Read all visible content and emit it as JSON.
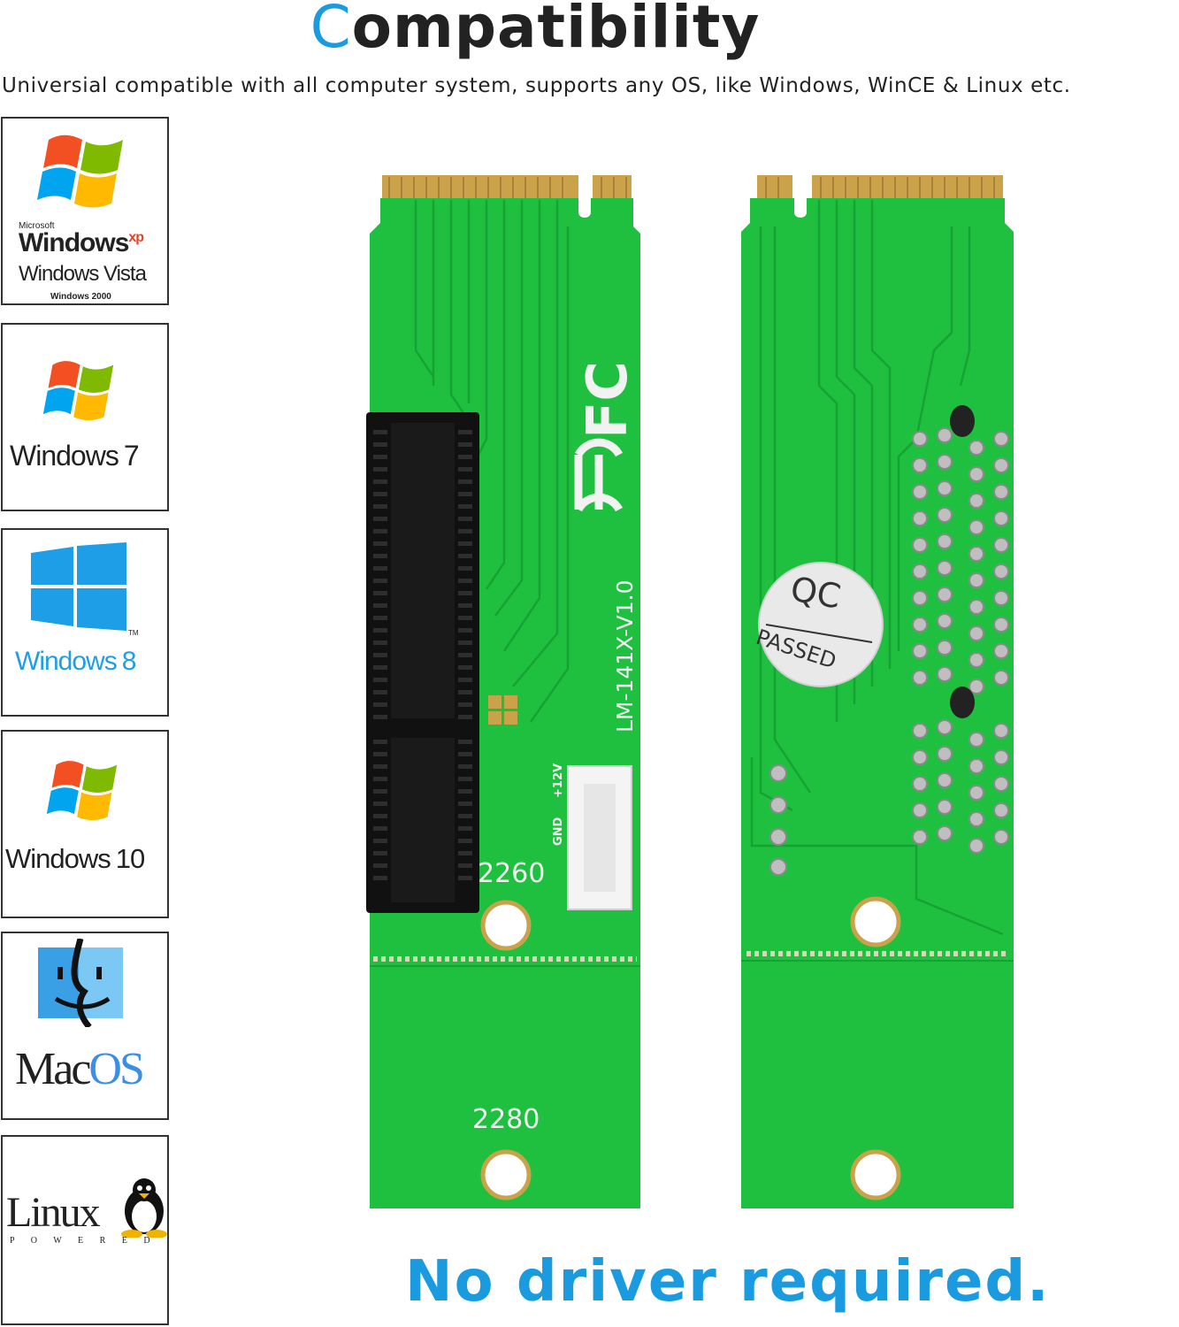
{
  "header": {
    "title_first": "C",
    "title_rest": "ompatibility",
    "subtitle": "Universial compatible with all computer system,  supports any OS, like Windows, WinCE & Linux etc."
  },
  "os_list": {
    "xp": {
      "brand": "Microsoft",
      "line1": "Windows",
      "sup": "xp",
      "line2": "Windows Vista",
      "line3": "Windows 2000"
    },
    "win7": {
      "label": "Windows",
      "version": "7"
    },
    "win8": {
      "label": "Windows",
      "version": "8",
      "tm": "TM"
    },
    "win10": {
      "label": "Windows",
      "version": "10"
    },
    "mac": {
      "part1": "Mac",
      "part2": "OS"
    },
    "linux": {
      "label": "Linux",
      "sub": "P O W E R E D"
    }
  },
  "board": {
    "model": "LM-141X-V1.0",
    "size_2260": "2260",
    "size_2280": "2280",
    "pin_12v": "+12V",
    "pin_gnd": "GND",
    "qc_line1": "QC",
    "qc_line2": "PASSED",
    "pcb_color": "#1fbf3f",
    "gold_color": "#c9a24a"
  },
  "footer": {
    "text": "No driver required."
  },
  "colors": {
    "accent": "#1a9be0",
    "text": "#222222"
  }
}
